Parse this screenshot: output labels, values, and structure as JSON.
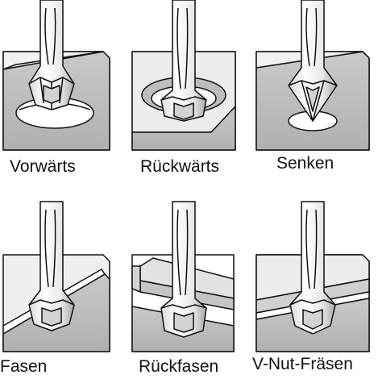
{
  "captions": {
    "forward": "Vorwärts",
    "backward": "Rückwärts",
    "countersink": "Senken",
    "chamfer": "Fasen",
    "back_chamfer": "Rückfasen",
    "v_groove": "V-Nut-Fräsen"
  },
  "colors": {
    "background": "#ffffff",
    "outline": "#111111",
    "block_top": "#e6e6e6",
    "block_side": "#bdbdbd",
    "hole": "#ffffff",
    "tool_light": "#f4f4f4",
    "tool_mid": "#cfcfcf",
    "tool_dark": "#9a9a9a"
  }
}
